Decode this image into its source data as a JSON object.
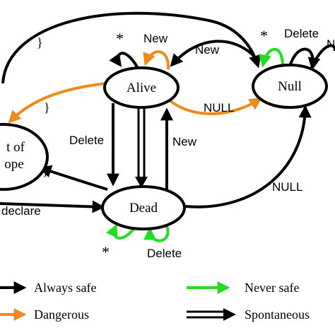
{
  "colors": {
    "always_safe": "#000000",
    "dangerous": "#ee8a1c",
    "never_safe": "#22dd22",
    "spontaneous": "#000000"
  },
  "states": {
    "alive": "Alive",
    "null": "Null",
    "dead": "Dead",
    "out_of_scope_line1": "t of",
    "out_of_scope_line2": "ope"
  },
  "edge_labels": {
    "alive_self_star": "*",
    "alive_self_new": "New",
    "null_to_alive_new": "New",
    "alive_to_null": "NULL",
    "null_self_star": "*",
    "null_self_delete": "Delete",
    "null_self_partial": "N",
    "alive_to_dead_delete": "Delete",
    "dead_to_alive_new": "New",
    "dead_to_null": "NULL",
    "dead_self_star": "*",
    "dead_self_delete": "Delete",
    "scope_to_dead_declare": "declare",
    "brace_top": "}",
    "brace_mid": "}",
    "brace_low": "}"
  },
  "legend": {
    "always_safe": "Always safe",
    "never_safe": "Never safe",
    "dangerous": "Dangerous",
    "spontaneous": "Spontaneous"
  }
}
